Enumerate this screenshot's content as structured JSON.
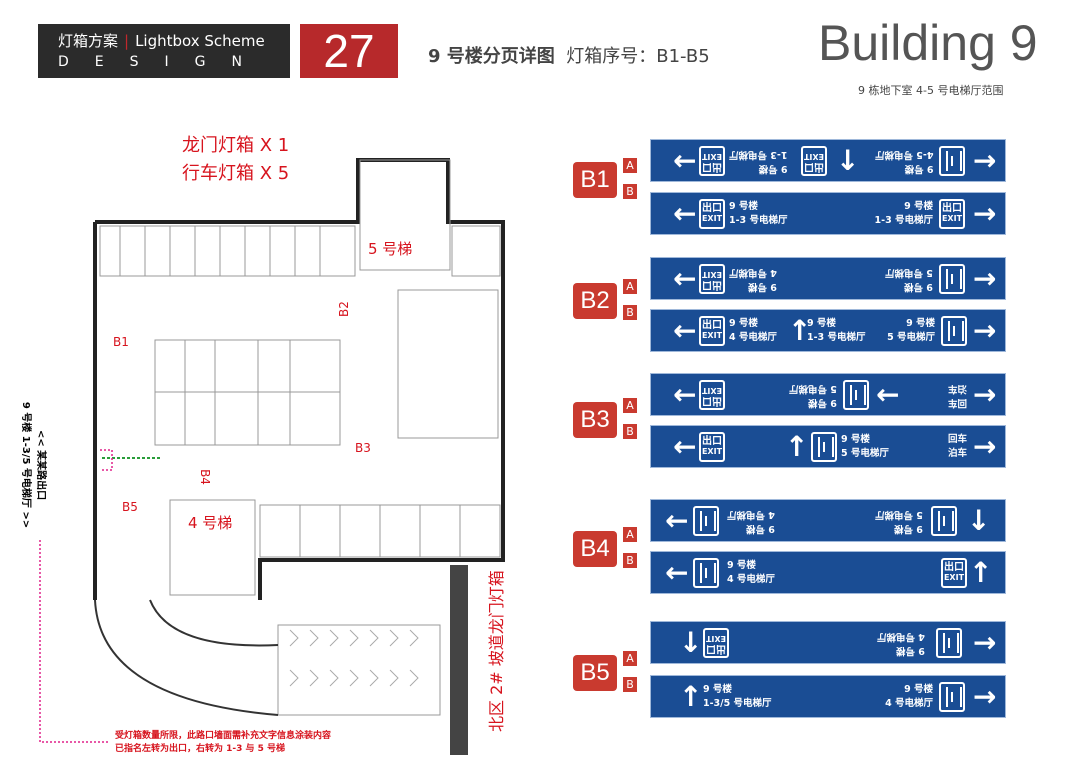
{
  "header": {
    "brand_cn": "灯箱方案",
    "brand_en": "Lightbox Scheme",
    "brand_sub": "DESIGN",
    "page_number": "27",
    "title_bold": "9 号楼分页详图",
    "title_rest": "灯箱序号：B1-B5",
    "building": "Building 9",
    "building_sub": "9 栋地下室 4-5 号电梯厅范围"
  },
  "plan": {
    "count_line1": "龙门灯箱 X 1",
    "count_line2": "行车灯箱 X 5",
    "elev5": "5 号梯",
    "elev4": "4 号梯",
    "ramp_label": "北区 2# 坡道龙门灯箱",
    "exit_label": "<< 某某路出口",
    "exit_sub": "9 号楼 1-3/5 号电梯厅 >>",
    "note1": "受灯箱数量所限，此路口墙面需补充文字信息涂装内容",
    "note2": "已指名左转为出口，右转为 1-3 与 5 号梯",
    "markers": [
      "B1",
      "B2",
      "B3",
      "B4",
      "B5"
    ],
    "sides": [
      "A",
      "B"
    ]
  },
  "signs": [
    {
      "id": "B1",
      "sides": [
        {
          "label": "A",
          "items": [
            {
              "k": "arrow",
              "d": "←"
            },
            {
              "k": "exit",
              "f": 1
            },
            {
              "k": "text",
              "f": 1,
              "lines": [
                "9 号楼",
                "1-3 号电梯厅"
              ]
            },
            {
              "k": "exit",
              "f": 1
            },
            {
              "k": "arrow",
              "d": "↓"
            },
            {
              "k": "text",
              "f": 1,
              "lines": [
                "9 号楼",
                "4-5 号电梯厅"
              ]
            },
            {
              "k": "elev"
            },
            {
              "k": "arrow",
              "d": "→"
            }
          ]
        },
        {
          "label": "B",
          "items": [
            {
              "k": "arrow",
              "d": "←"
            },
            {
              "k": "exit"
            },
            {
              "k": "text",
              "lines": [
                "9 号楼",
                "1-3 号电梯厅"
              ]
            },
            {
              "k": "text",
              "r": 1,
              "lines": [
                "9 号楼",
                "1-3 号电梯厅"
              ]
            },
            {
              "k": "exit"
            },
            {
              "k": "arrow",
              "d": "→"
            }
          ]
        }
      ]
    },
    {
      "id": "B2",
      "sides": [
        {
          "label": "A",
          "items": [
            {
              "k": "arrow",
              "d": "←"
            },
            {
              "k": "exit",
              "f": 1
            },
            {
              "k": "text",
              "f": 1,
              "lines": [
                "9 号楼",
                "4 号电梯厅"
              ]
            },
            {
              "k": "text",
              "f": 1,
              "lines": [
                "9 号楼",
                "5 号电梯厅"
              ]
            },
            {
              "k": "elev"
            },
            {
              "k": "arrow",
              "d": "→"
            }
          ]
        },
        {
          "label": "B",
          "items": [
            {
              "k": "arrow",
              "d": "←"
            },
            {
              "k": "exit"
            },
            {
              "k": "text",
              "lines": [
                "9 号楼",
                "4 号电梯厅"
              ]
            },
            {
              "k": "arrow",
              "d": "↑"
            },
            {
              "k": "text",
              "lines": [
                "9 号楼",
                "1-3 号电梯厅"
              ]
            },
            {
              "k": "text",
              "r": 1,
              "lines": [
                "9 号楼",
                "5 号电梯厅"
              ]
            },
            {
              "k": "elev"
            },
            {
              "k": "arrow",
              "d": "→"
            }
          ]
        }
      ]
    },
    {
      "id": "B3",
      "sides": [
        {
          "label": "A",
          "items": [
            {
              "k": "arrow",
              "d": "←"
            },
            {
              "k": "exit",
              "f": 1
            },
            {
              "k": "text",
              "f": 1,
              "lines": [
                "9 号楼",
                "5 号电梯厅"
              ]
            },
            {
              "k": "elev"
            },
            {
              "k": "arrow",
              "d": "←"
            },
            {
              "k": "text",
              "f": 1,
              "lines": [
                "回车",
                "泊车"
              ]
            },
            {
              "k": "arrow",
              "d": "→"
            }
          ]
        },
        {
          "label": "B",
          "items": [
            {
              "k": "arrow",
              "d": "←"
            },
            {
              "k": "exit"
            },
            {
              "k": "arrow",
              "d": "↑"
            },
            {
              "k": "elev"
            },
            {
              "k": "text",
              "lines": [
                "9 号楼",
                "5 号电梯厅"
              ]
            },
            {
              "k": "text",
              "lines": [
                "回车",
                "泊车"
              ]
            },
            {
              "k": "arrow",
              "d": "→"
            }
          ]
        }
      ]
    },
    {
      "id": "B4",
      "sides": [
        {
          "label": "A",
          "items": [
            {
              "k": "arrow",
              "d": "←"
            },
            {
              "k": "elev"
            },
            {
              "k": "text",
              "f": 1,
              "lines": [
                "9 号楼",
                "4 号电梯厅"
              ]
            },
            {
              "k": "text",
              "f": 1,
              "lines": [
                "9 号楼",
                "5 号电梯厅"
              ]
            },
            {
              "k": "elev"
            },
            {
              "k": "arrow",
              "d": "↓"
            }
          ]
        },
        {
          "label": "B",
          "items": [
            {
              "k": "arrow",
              "d": "←"
            },
            {
              "k": "elev"
            },
            {
              "k": "text",
              "lines": [
                "9 号楼",
                "4 号电梯厅"
              ]
            },
            {
              "k": "exit"
            },
            {
              "k": "arrow",
              "d": "↑"
            }
          ]
        }
      ]
    },
    {
      "id": "B5",
      "sides": [
        {
          "label": "A",
          "items": [
            {
              "k": "arrow",
              "d": "↓"
            },
            {
              "k": "exit",
              "f": 1
            },
            {
              "k": "text",
              "f": 1,
              "lines": [
                "9 号楼",
                "4 号电梯厅"
              ]
            },
            {
              "k": "elev"
            },
            {
              "k": "arrow",
              "d": "→"
            }
          ]
        },
        {
          "label": "B",
          "items": [
            {
              "k": "arrow",
              "d": "↑"
            },
            {
              "k": "text",
              "lines": [
                "9 号楼",
                "1-3/5 号电梯厅"
              ]
            },
            {
              "k": "text",
              "r": 1,
              "lines": [
                "9 号楼",
                "4 号电梯厅"
              ]
            },
            {
              "k": "elev"
            },
            {
              "k": "arrow",
              "d": "→"
            }
          ]
        }
      ]
    }
  ],
  "exit_icon": {
    "cn": "出口",
    "en": "EXIT"
  },
  "colors": {
    "sign_blue": "#1a4d94",
    "label_red": "#c93a2f",
    "accent_red": "#d7141e"
  }
}
